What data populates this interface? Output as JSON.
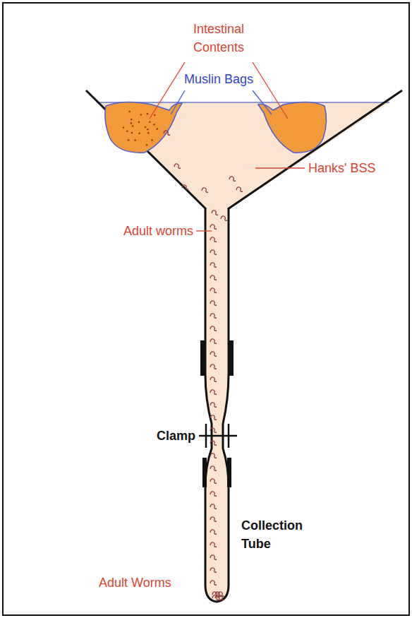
{
  "diagram": {
    "labels": [
      "Intestinal Contents",
      "Muslin Bags",
      "Hanks' BSS",
      "Adult worms",
      "Clamp",
      "Collection Tube",
      "Adult Worms"
    ]
  }
}
